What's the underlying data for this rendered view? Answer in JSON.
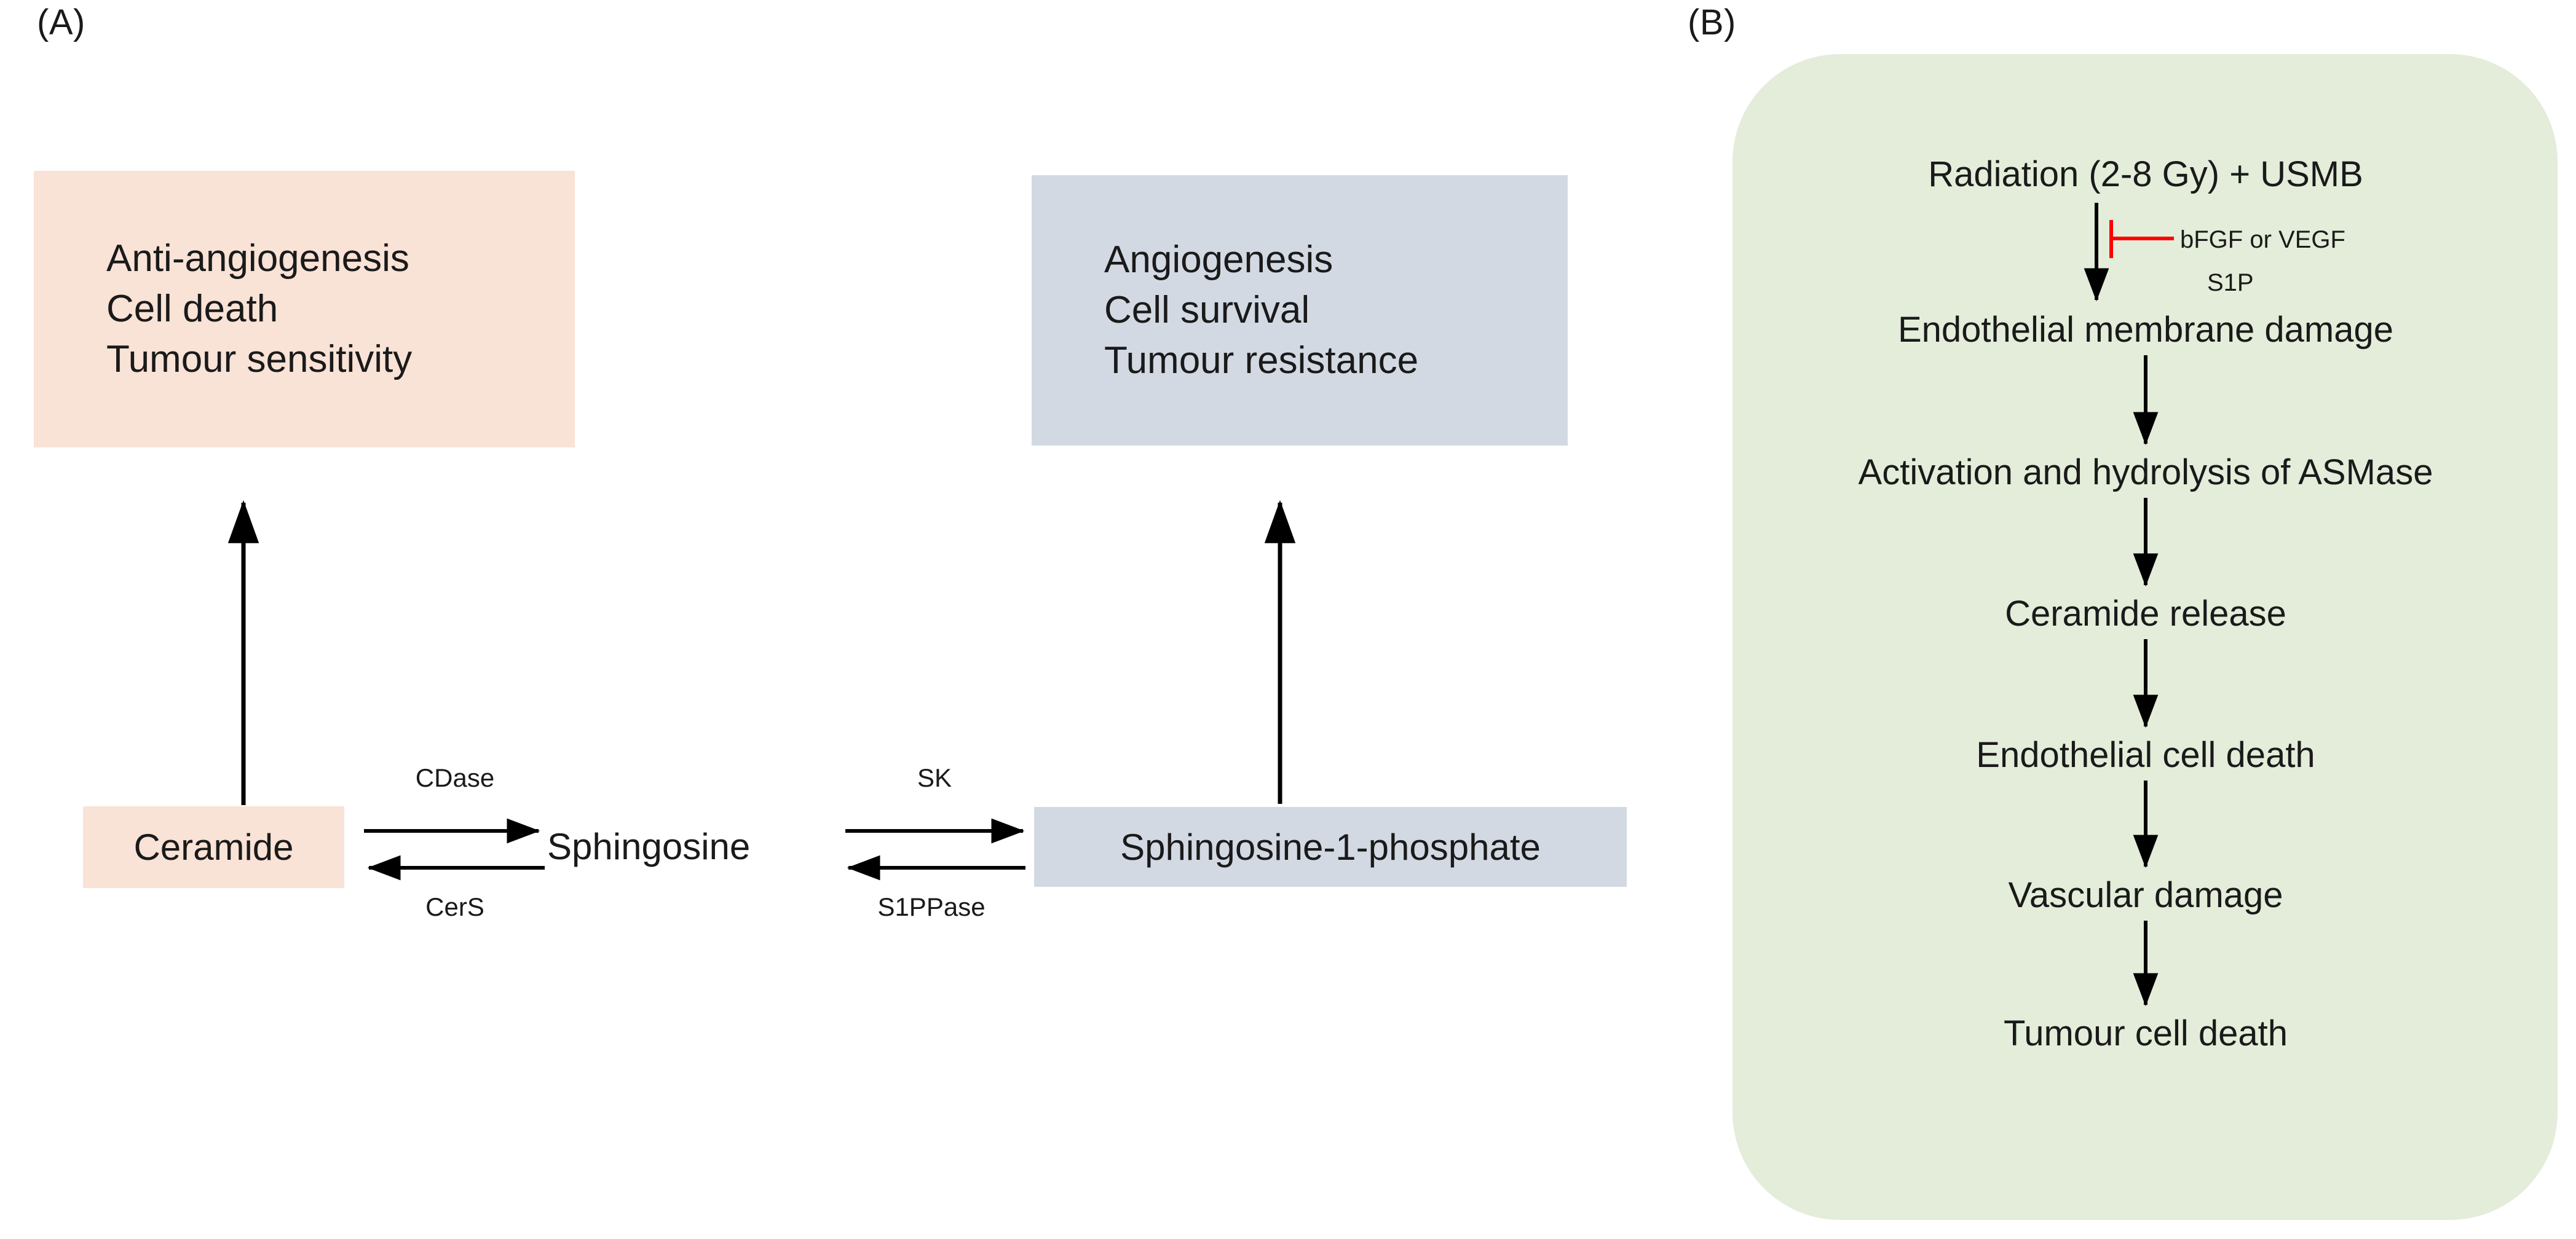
{
  "figure": {
    "panels": [
      {
        "id": "A",
        "label": "(A)"
      },
      {
        "id": "B",
        "label": "(B)"
      }
    ]
  },
  "colors": {
    "peach": "#F9E2D6",
    "blue_grey": "#D3D9E3",
    "green_panel": "#E3EDDA",
    "arrow_black": "#000000",
    "inhibitor_red": "#FF0000",
    "text": "#1a1a1a"
  },
  "panel_a": {
    "letter": "(A)",
    "outcome_left": {
      "lines": [
        "Anti-angiogenesis",
        "Cell death",
        "Tumour sensitivity"
      ],
      "fill": "#F9E2D6"
    },
    "outcome_right": {
      "lines": [
        "Angiogenesis",
        "Cell survival",
        "Tumour resistance"
      ],
      "fill": "#D3D9E3"
    },
    "nodes": {
      "ceramide": "Ceramide",
      "sphingosine": "Sphingosine",
      "s1p": "Sphingosine-1-phosphate"
    },
    "enzymes": {
      "ceramide_to_sphingosine": "CDase",
      "sphingosine_to_ceramide": "CerS",
      "sphingosine_to_s1p": "SK",
      "s1p_to_sphingosine": "S1PPase"
    }
  },
  "panel_b": {
    "letter": "(B)",
    "steps": [
      "Radiation (2-8 Gy) + USMB",
      "Endothelial membrane damage",
      "Activation and hydrolysis of ASMase",
      "Ceramide release",
      "Endothelial cell death",
      "Vascular damage",
      "Tumour cell death"
    ],
    "inhibitors": {
      "primary": "bFGF or VEGF",
      "secondary": "S1P"
    }
  },
  "chart_data": {
    "type": "diagram",
    "title": "Sphingolipid rheostat and radiation + USMB vascular pathway",
    "panels": [
      {
        "id": "A",
        "label": "(A)",
        "nodes": [
          {
            "id": "anti_angio",
            "text": "Anti-angiogenesis / Cell death / Tumour sensitivity",
            "fill": "#F9E2D6"
          },
          {
            "id": "ceramide",
            "text": "Ceramide",
            "fill": "#F9E2D6"
          },
          {
            "id": "sphingosine",
            "text": "Sphingosine",
            "fill": "none"
          },
          {
            "id": "s1p",
            "text": "Sphingosine-1-phosphate",
            "fill": "#D3D9E3"
          },
          {
            "id": "angio",
            "text": "Angiogenesis / Cell survival / Tumour resistance",
            "fill": "#D3D9E3"
          }
        ],
        "edges": [
          {
            "from": "ceramide",
            "to": "anti_angio",
            "type": "arrow",
            "label": ""
          },
          {
            "from": "ceramide",
            "to": "sphingosine",
            "type": "arrow",
            "label": "CDase"
          },
          {
            "from": "sphingosine",
            "to": "ceramide",
            "type": "arrow",
            "label": "CerS"
          },
          {
            "from": "sphingosine",
            "to": "s1p",
            "type": "arrow",
            "label": "SK"
          },
          {
            "from": "s1p",
            "to": "sphingosine",
            "type": "arrow",
            "label": "S1PPase"
          },
          {
            "from": "s1p",
            "to": "angio",
            "type": "arrow",
            "label": ""
          }
        ]
      },
      {
        "id": "B",
        "label": "(B)",
        "nodes": [
          {
            "id": "b1",
            "text": "Radiation (2-8 Gy) + USMB"
          },
          {
            "id": "b2",
            "text": "Endothelial membrane damage"
          },
          {
            "id": "b3",
            "text": "Activation and hydrolysis of ASMase"
          },
          {
            "id": "b4",
            "text": "Ceramide release"
          },
          {
            "id": "b5",
            "text": "Endothelial cell death"
          },
          {
            "id": "b6",
            "text": "Vascular damage"
          },
          {
            "id": "b7",
            "text": "Tumour cell death"
          }
        ],
        "edges": [
          {
            "from": "b1",
            "to": "b2",
            "type": "arrow"
          },
          {
            "from": "b2",
            "to": "b3",
            "type": "arrow"
          },
          {
            "from": "b3",
            "to": "b4",
            "type": "arrow"
          },
          {
            "from": "b4",
            "to": "b5",
            "type": "arrow"
          },
          {
            "from": "b5",
            "to": "b6",
            "type": "arrow"
          },
          {
            "from": "b6",
            "to": "b7",
            "type": "arrow"
          }
        ],
        "inhibition": [
          {
            "agent": "bFGF or VEGF",
            "target_edge": "b1->b2",
            "type": "t-bar",
            "color": "#FF0000"
          },
          {
            "agent": "S1P",
            "target_edge": "b1->b2",
            "type": "t-bar",
            "color": "#FF0000"
          }
        ]
      }
    ]
  }
}
